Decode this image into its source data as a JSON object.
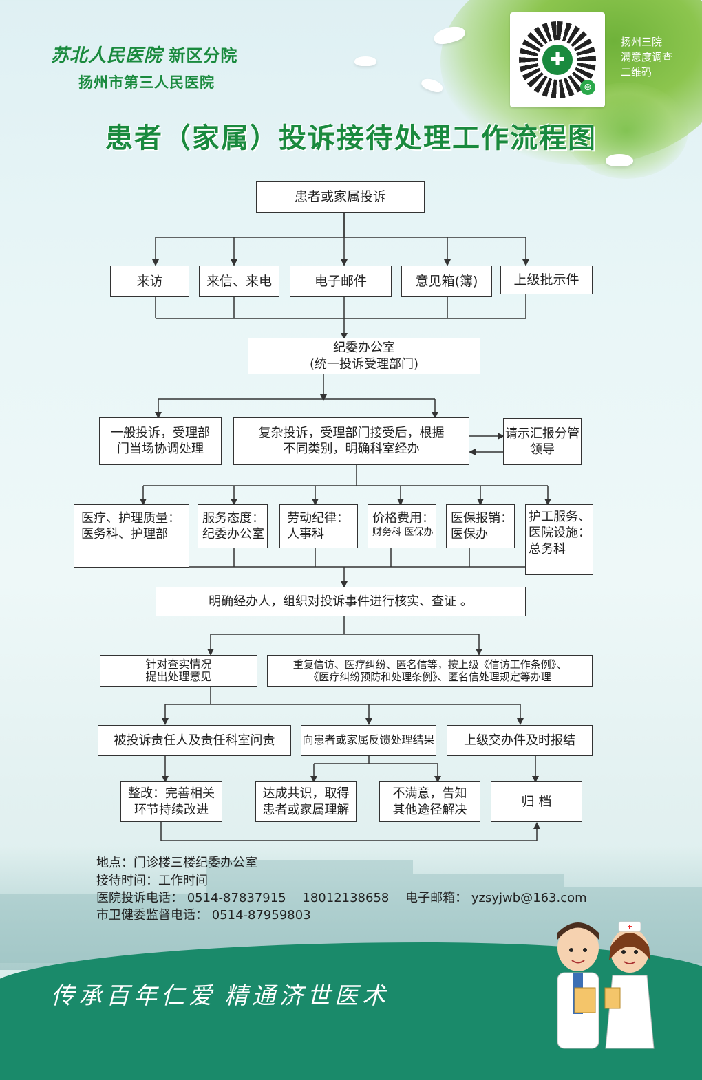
{
  "header": {
    "hospital_script": "苏北人民医院",
    "branch": "新区分院",
    "hospital2": "扬州市第三人民医院"
  },
  "qr": {
    "caption": [
      "扬州三院",
      "满意度调查",
      "二维码"
    ],
    "logo_icon": "hospital-cross-icon",
    "badge_icon": "mini-program-icon"
  },
  "title": "患者（家属）投诉接待处理工作流程图",
  "flow": {
    "start": "患者或家属投诉",
    "channels": [
      "来访",
      "来信、来电",
      "电子邮件",
      "意见箱(簿)",
      "上级批示件"
    ],
    "office": [
      "纪委办公室",
      "(统一投诉受理部门)"
    ],
    "simple": [
      "一般投诉，受理部",
      "门当场协调处理"
    ],
    "complex": [
      "复杂投诉，受理部门接受后，根据",
      "不同类别，明确科室经办"
    ],
    "report": [
      "请示汇报分管",
      "领导"
    ],
    "categories": [
      [
        "医疗、护理质量：",
        "医务科、护理部"
      ],
      [
        "服务态度：",
        "纪委办公室"
      ],
      [
        "劳动纪律：",
        "人事科"
      ],
      [
        "价格费用：",
        "财务科  医保办"
      ],
      [
        "医保报销：",
        "医保办"
      ],
      [
        "护工服务、",
        "医院设施：",
        "总务科"
      ]
    ],
    "verify": "明确经办人，组织对投诉事件进行核实、查证 。",
    "opinion": [
      "针对查实情况",
      "提出处理意见"
    ],
    "special": [
      "重复信访、医疗纠纷、匿名信等，按上级《信访工作条例》、",
      "《医疗纠纷预防和处理条例》、匿名信处理规定等办理"
    ],
    "accountability": "被投诉责任人及责任科室问责",
    "feedback": "向患者或家属反馈处理结果",
    "superior": "上级交办件及时报结",
    "rectify": [
      "整改：完善相关",
      "环节持续改进"
    ],
    "consensus": [
      "达成共识，取得",
      "患者或家属理解"
    ],
    "unsatisfied": [
      "不满意，告知",
      "其他途径解决"
    ],
    "archive": "归 档"
  },
  "info": {
    "location": "地点：门诊楼三楼纪委办公室",
    "hours": "接待时间：工作时间",
    "phone_label": "医院投诉电话：",
    "phone1": "0514-87837915",
    "phone2": "18012138658",
    "email_label": "电子邮箱：",
    "email": "yzsyjwb@163.com",
    "supervision": "市卫健委监督电话：  0514-87959803"
  },
  "slogan": [
    "传承百年仁爱",
    "精通济世医术"
  ],
  "colors": {
    "brand_green": "#1a8a3e",
    "wave_green": "#1a8a6a"
  }
}
